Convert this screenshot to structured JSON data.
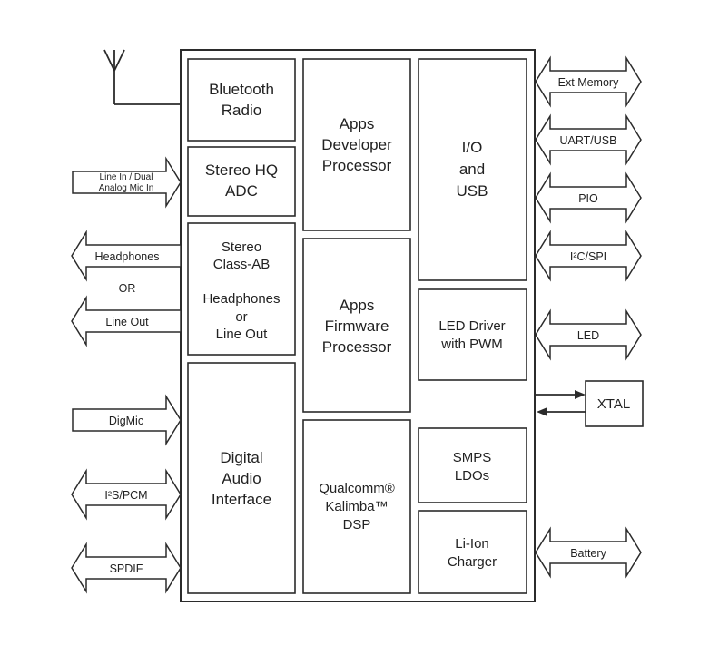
{
  "blocks": {
    "bluetooth_radio": [
      "Bluetooth",
      "Radio"
    ],
    "stereo_hq_adc": [
      "Stereo HQ",
      "ADC"
    ],
    "stereo_class_ab": [
      "Stereo",
      "Class-AB",
      "",
      "Headphones",
      "or",
      "Line Out"
    ],
    "digital_audio_interface": [
      "Digital",
      "Audio",
      "Interface"
    ],
    "apps_developer_processor": [
      "Apps",
      "Developer",
      "Processor"
    ],
    "apps_firmware_processor": [
      "Apps",
      "Firmware",
      "Processor"
    ],
    "qualcomm_kalimba_dsp": [
      "Qualcomm®",
      "Kalimba™",
      "DSP"
    ],
    "io_usb": [
      "I/O",
      "and",
      "USB"
    ],
    "led_driver": [
      "LED Driver",
      "with PWM"
    ],
    "smps_ldos": [
      "SMPS",
      "LDOs"
    ],
    "li_ion_charger": [
      "Li-Ion",
      "Charger"
    ],
    "xtal": "XTAL"
  },
  "left_signals": {
    "line_in": [
      "Line In / Dual",
      "Analog Mic In"
    ],
    "headphones": "Headphones",
    "or": "OR",
    "line_out": "Line Out",
    "digmic": "DigMic",
    "i2s_pcm": "I²S/PCM",
    "spdif": "SPDIF"
  },
  "right_signals": {
    "ext_memory": "Ext Memory",
    "uart_usb": "UART/USB",
    "pio": "PIO",
    "i2c_spi": "I²C/SPI",
    "led": "LED",
    "battery": "Battery"
  }
}
